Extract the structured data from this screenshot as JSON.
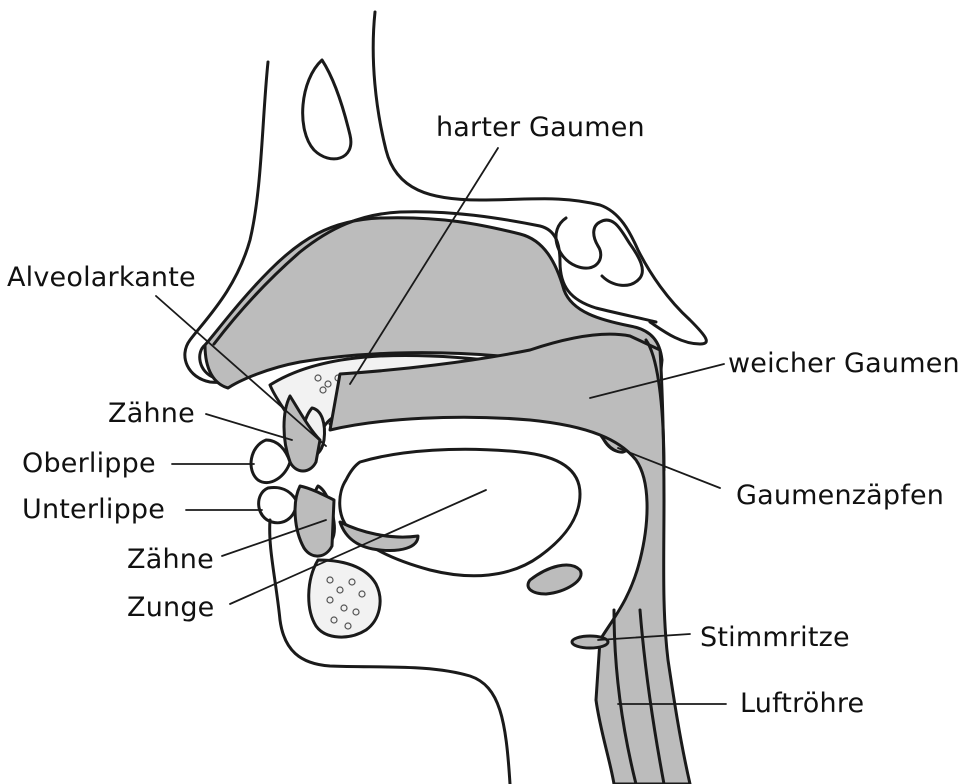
{
  "labels": {
    "harter_gaumen": "harter Gaumen",
    "alveolarkante": "Alveolarkante",
    "zaehne_oben": "Zähne",
    "oberlippe": "Oberlippe",
    "unterlippe": "Unterlippe",
    "zaehne_unten": "Zähne",
    "zunge": "Zunge",
    "weicher_gaumen": "weicher Gaumen",
    "gaumenzaepfchen": "Gaumenzäpfen",
    "stimmritze": "Stimmritze",
    "luftroehre": "Luftröhre"
  },
  "colors": {
    "cavity_fill": "#bcbcbc",
    "outline": "#1a1a1a",
    "bone_fill": "#f2f2f2",
    "background": "#ffffff"
  }
}
